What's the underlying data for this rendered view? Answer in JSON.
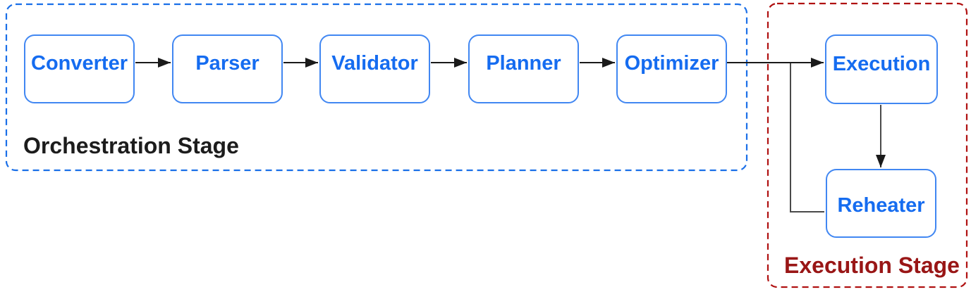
{
  "diagram": {
    "type": "flowchart",
    "stages": [
      {
        "id": "orchestration",
        "label": "Orchestration Stage",
        "border_style": "dashed",
        "border_color": "#1a6fe8",
        "label_color": "#1c1c1c"
      },
      {
        "id": "execution",
        "label": "Execution Stage",
        "border_style": "dashed",
        "border_color": "#b01111",
        "label_color": "#991616"
      }
    ],
    "nodes": [
      {
        "id": "converter",
        "label": "Converter",
        "stage": "orchestration"
      },
      {
        "id": "parser",
        "label": "Parser",
        "stage": "orchestration"
      },
      {
        "id": "validator",
        "label": "Validator",
        "stage": "orchestration"
      },
      {
        "id": "planner",
        "label": "Planner",
        "stage": "orchestration"
      },
      {
        "id": "optimizer",
        "label": "Optimizer",
        "stage": "orchestration"
      },
      {
        "id": "execution",
        "label": "Execution",
        "stage": "execution"
      },
      {
        "id": "reheater",
        "label": "Reheater",
        "stage": "execution"
      }
    ],
    "edges": [
      {
        "from": "Converter",
        "to": "Parser",
        "style": "arrow"
      },
      {
        "from": "Parser",
        "to": "Validator",
        "style": "arrow"
      },
      {
        "from": "Validator",
        "to": "Planner",
        "style": "arrow"
      },
      {
        "from": "Planner",
        "to": "Optimizer",
        "style": "arrow"
      },
      {
        "from": "Optimizer",
        "to": "Execution",
        "style": "arrow"
      },
      {
        "from": "Execution",
        "to": "Reheater",
        "style": "arrow"
      },
      {
        "from": "Optimizer–Execution connector",
        "to": "Reheater",
        "style": "elbow-line"
      }
    ],
    "colors": {
      "node_border": "#4187f2",
      "node_text": "#156cf0",
      "node_fill": "#ffffff",
      "arrow": "#1a1a1a",
      "connector": "#4a4a4a",
      "background": "#ffffff"
    }
  }
}
